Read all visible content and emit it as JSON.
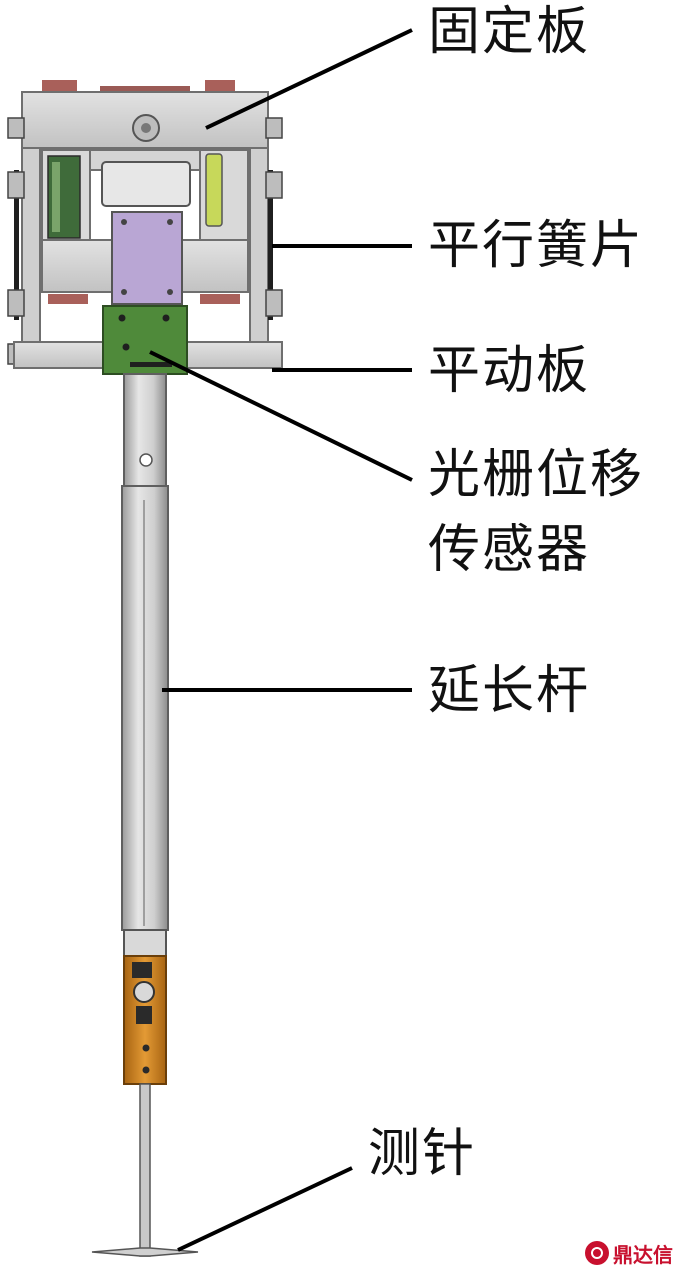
{
  "labels": {
    "fixed_plate": "固定板",
    "parallel_springs": "平行簧片",
    "moving_plate": "平动板",
    "sensor_line1": "光栅位移",
    "sensor_line2": "传感器",
    "extension_rod": "延长杆",
    "probe": "测针"
  },
  "watermark": {
    "text": "鼎达信",
    "color": "#c8102e"
  },
  "colors": {
    "frame": "#d4d4d4",
    "frame_edge": "#6f6f6f",
    "sensor_block": "#4f8a3a",
    "sensor_mount": "#b9a6d4",
    "rod": "#c9c9c9",
    "probe_holder": "#d7891f",
    "leader_line": "#000000"
  }
}
